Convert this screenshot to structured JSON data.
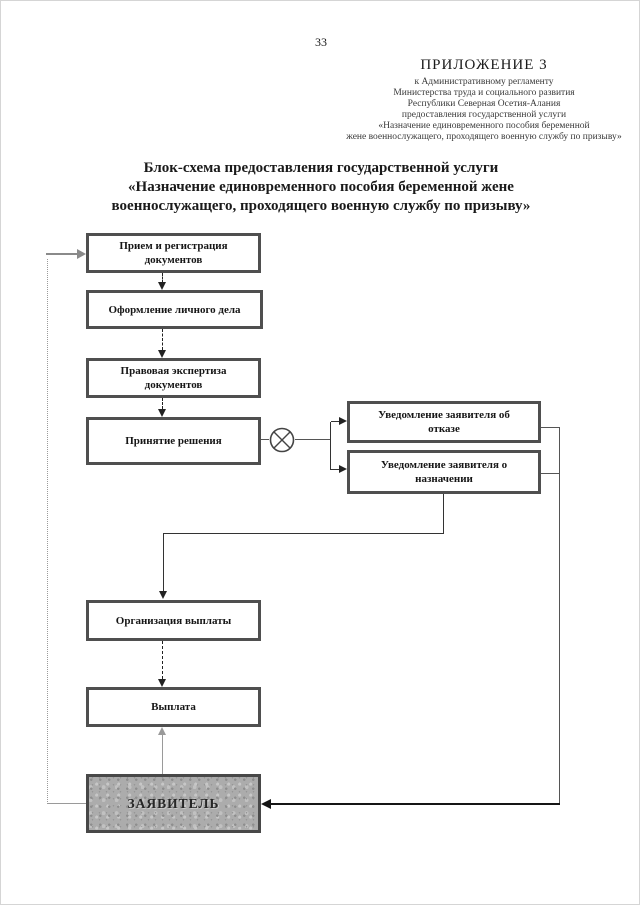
{
  "page": {
    "number": "33",
    "appendix": {
      "heading": "ПРИЛОЖЕНИЕ 3",
      "lines": [
        "к Административному регламенту",
        "Министерства труда и социального развития",
        "Республики Северная Осетия-Алания",
        "предоставления государственной услуги",
        "«Назначение единовременного пособия беременной",
        "жене военнослужащего, проходящего военную службу по призыву»"
      ]
    },
    "title_lines": [
      "Блок-схема предоставления государственной услуги",
      "«Назначение единовременного пособия беременной жене",
      "военнослужащего, проходящего военную службу по призыву»"
    ]
  },
  "flowchart": {
    "nodes": {
      "reception": "Прием и регистрация\nдокументов",
      "personal_file": "Оформление личного дела",
      "legal_review": "Правовая экспертиза\nдокументов",
      "decision": "Принятие решения",
      "refusal_notice": "Уведомление заявителя об\nотказе",
      "award_notice": "Уведомление заявителя о\nназначении",
      "payment_organization": "Организация выплаты",
      "payment": "Выплата",
      "applicant": "ЗАЯВИТЕЛЬ"
    },
    "decision_symbol": "circle-with-x"
  },
  "colors": {
    "box_border": "#4f4f4f",
    "applicant_fill": "#acacac",
    "dark_line": "#1a1a1a",
    "gray_line": "#9a9a9a",
    "page_background": "#ffffff"
  }
}
